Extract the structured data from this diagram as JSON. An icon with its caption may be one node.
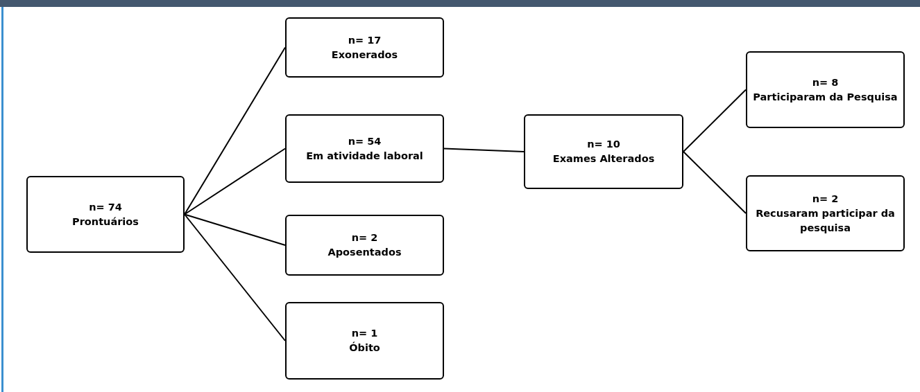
{
  "diagram": {
    "nodes": [
      {
        "text": [
          "n= 74",
          "Prontuários"
        ]
      },
      {
        "text": [
          "n= 17",
          "Exonerados"
        ]
      },
      {
        "text": [
          "n= 54",
          "Em atividade laboral"
        ]
      },
      {
        "text": [
          "n= 2",
          "Aposentados"
        ]
      },
      {
        "text": [
          "n= 1",
          "Óbito"
        ]
      },
      {
        "text": [
          "n= 10",
          "Exames Alterados"
        ]
      },
      {
        "text": [
          "n= 8",
          "Participaram da Pesquisa"
        ]
      },
      {
        "text": [
          "n= 2",
          "Recusaram participar da pesquisa"
        ]
      }
    ],
    "edges": [
      {
        "from": 0,
        "to": 1,
        "arrow": "none"
      },
      {
        "from": 0,
        "to": 2,
        "arrow": "none"
      },
      {
        "from": 0,
        "to": 3,
        "arrow": "none"
      },
      {
        "from": 0,
        "to": 4,
        "arrow": "none"
      },
      {
        "from": 2,
        "to": 5,
        "arrow": "none"
      },
      {
        "from": 5,
        "to": 6,
        "arrow": "none"
      },
      {
        "from": 5,
        "to": 7,
        "arrow": "none"
      }
    ]
  }
}
